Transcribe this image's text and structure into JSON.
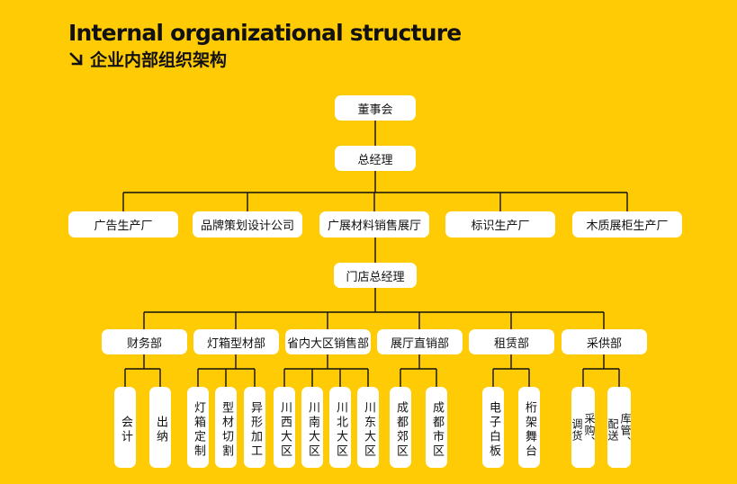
{
  "header": {
    "title": "Internal organizational structure",
    "subtitle": "企业内部组织架构"
  },
  "icons": {
    "subtitle_icon": "arrow-down-right-icon"
  },
  "colors": {
    "background": "#FFCB05",
    "node": "#FFFFFF",
    "line": "#111111"
  },
  "nodes": {
    "board": "董事会",
    "gm": "总经理",
    "divisions": [
      "广告生产厂",
      "品牌策划设计公司",
      "广展材料销售展厅",
      "标识生产厂",
      "木质展柜生产厂"
    ],
    "store_manager": "门店总经理",
    "departments": [
      {
        "label": "财务部",
        "children": [
          {
            "label": "会计",
            "cols": [
              "会计"
            ]
          },
          {
            "label": "出纳",
            "cols": [
              "出纳"
            ]
          }
        ]
      },
      {
        "label": "灯箱型材部",
        "children": [
          {
            "label": "灯箱定制",
            "cols": [
              "灯箱定制"
            ]
          },
          {
            "label": "型材切割",
            "cols": [
              "型材切割"
            ]
          },
          {
            "label": "异形加工",
            "cols": [
              "异形加工"
            ]
          }
        ]
      },
      {
        "label": "省内大区销售部",
        "children": [
          {
            "label": "川西大区",
            "cols": [
              "川西大区"
            ]
          },
          {
            "label": "川南大区",
            "cols": [
              "川南大区"
            ]
          },
          {
            "label": "川北大区",
            "cols": [
              "川北大区"
            ]
          },
          {
            "label": "川东大区",
            "cols": [
              "川东大区"
            ]
          }
        ]
      },
      {
        "label": "展厅直销部",
        "children": [
          {
            "label": "成都郊区",
            "cols": [
              "成都郊区"
            ]
          },
          {
            "label": "成都市区",
            "cols": [
              "成都市区"
            ]
          }
        ]
      },
      {
        "label": "租赁部",
        "children": [
          {
            "label": "电子白板",
            "cols": [
              "电子白板"
            ]
          },
          {
            "label": "桁架舞台",
            "cols": [
              "桁架舞台"
            ]
          }
        ]
      },
      {
        "label": "采供部",
        "children": [
          {
            "label": "采购、调货",
            "cols": [
              "采购、",
              "调货"
            ]
          },
          {
            "label": "库管、配送",
            "cols": [
              "库管、",
              "配送"
            ]
          }
        ]
      }
    ]
  }
}
